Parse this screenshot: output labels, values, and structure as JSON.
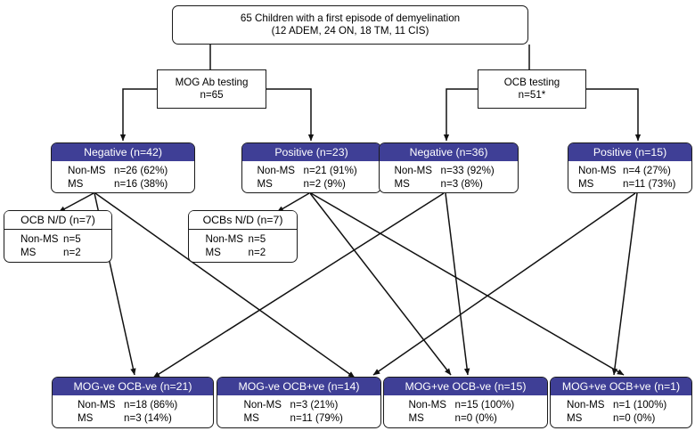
{
  "figure": {
    "type": "flowchart",
    "title_line1": "65 Children with a first episode of demyelination",
    "title_line2": "(12 ADEM, 24 ON, 18 TM, 11 CIS)"
  },
  "root": {
    "line1": "65 Children with a first episode of demyelination",
    "line2": "(12 ADEM, 24 ON, 18 TM, 11 CIS)"
  },
  "tests": {
    "mog": {
      "line1": "MOG Ab testing",
      "line2": "n=65"
    },
    "ocb": {
      "line1": "OCB testing",
      "line2": "n=51*"
    }
  },
  "level2": [
    {
      "key": "mog-negative",
      "header": "Negative (n=42)",
      "rows": [
        {
          "label": "Non-MS",
          "value": "n=26 (62%)"
        },
        {
          "label": "MS",
          "value": "n=16 (38%)"
        }
      ]
    },
    {
      "key": "mog-positive",
      "header": "Positive (n=23)",
      "rows": [
        {
          "label": "Non-MS",
          "value": "n=21 (91%)"
        },
        {
          "label": "MS",
          "value": "n=2 (9%)"
        }
      ]
    },
    {
      "key": "ocb-negative",
      "header": "Negative (n=36)",
      "rows": [
        {
          "label": "Non-MS",
          "value": "n=33 (92%)"
        },
        {
          "label": "MS",
          "value": "n=3 (8%)"
        }
      ]
    },
    {
      "key": "ocb-positive",
      "header": "Positive (n=15)",
      "rows": [
        {
          "label": "Non-MS",
          "value": "n=4 (27%)"
        },
        {
          "label": "MS",
          "value": "n=11 (73%)"
        }
      ]
    }
  ],
  "notdone": [
    {
      "key": "ocb-nd",
      "header": "OCB N/D (n=7)",
      "rows": [
        {
          "label": "Non-MS",
          "value": "n=5"
        },
        {
          "label": "MS",
          "value": "n=2"
        }
      ]
    },
    {
      "key": "ocbs-nd",
      "header": "OCBs N/D (n=7)",
      "rows": [
        {
          "label": "Non-MS",
          "value": "n=5"
        },
        {
          "label": "MS",
          "value": "n=2"
        }
      ]
    }
  ],
  "outcomes": [
    {
      "key": "mogneg-ocbneg",
      "header": "MOG-ve OCB-ve (n=21)",
      "rows": [
        {
          "label": "Non-MS",
          "value": "n=18 (86%)"
        },
        {
          "label": "MS",
          "value": "n=3 (14%)"
        }
      ]
    },
    {
      "key": "mogneg-ocbpos",
      "header": "MOG-ve OCB+ve (n=14)",
      "rows": [
        {
          "label": "Non-MS",
          "value": "n=3 (21%)"
        },
        {
          "label": "MS",
          "value": "n=11 (79%)"
        }
      ]
    },
    {
      "key": "mogpos-ocbneg",
      "header": "MOG+ve OCB-ve (n=15)",
      "rows": [
        {
          "label": "Non-MS",
          "value": "n=15 (100%)"
        },
        {
          "label": "MS",
          "value": "n=0 (0%)"
        }
      ]
    },
    {
      "key": "mogpos-ocbpos",
      "header": "MOG+ve OCB+ve (n=1)",
      "rows": [
        {
          "label": "Non-MS",
          "value": "n=1 (100%)"
        },
        {
          "label": "MS",
          "value": "n=0 (0%)"
        }
      ]
    }
  ],
  "colors": {
    "header_blue": "#3f3f96",
    "header_text": "#ffffff",
    "stroke": "#1a1a1a",
    "background": "#ffffff"
  }
}
